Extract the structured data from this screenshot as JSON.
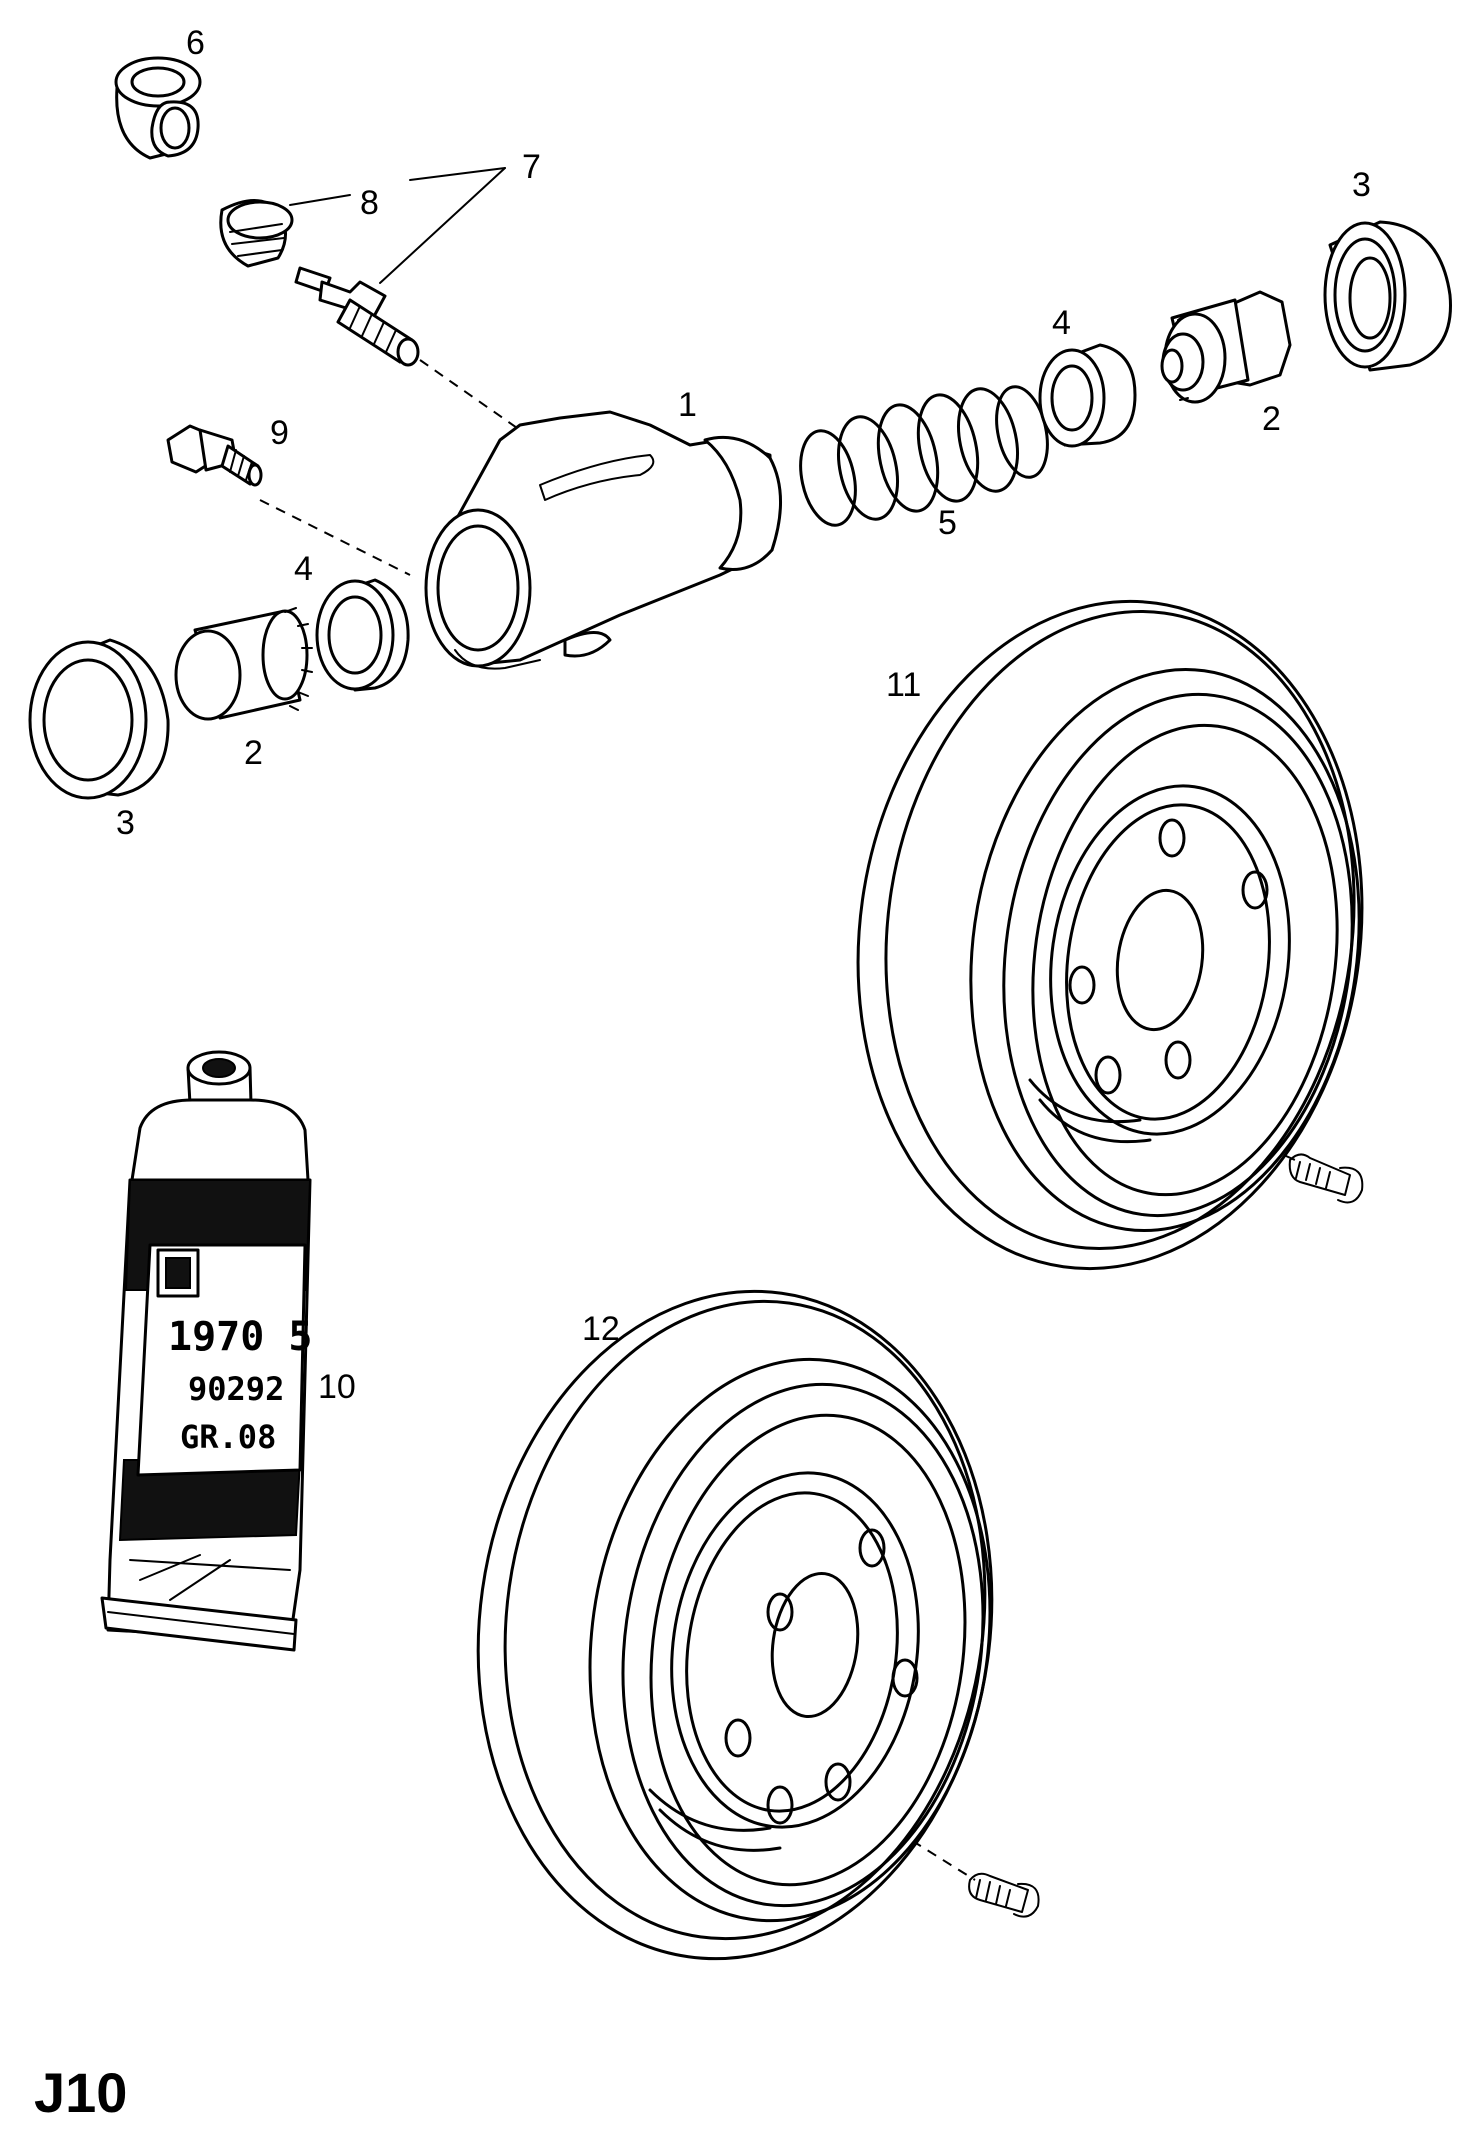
{
  "diagram": {
    "code": "J10",
    "callouts": {
      "c1": "1",
      "c2a": "2",
      "c2b": "2",
      "c3a": "3",
      "c3b": "3",
      "c4a": "4",
      "c4b": "4",
      "c5": "5",
      "c6": "6",
      "c7": "7",
      "c8": "8",
      "c9": "9",
      "c10": "10",
      "c11": "11",
      "c12": "12"
    },
    "tube_label": {
      "line1": "1970 5",
      "line2": "90292",
      "line3": "GR.08"
    }
  }
}
